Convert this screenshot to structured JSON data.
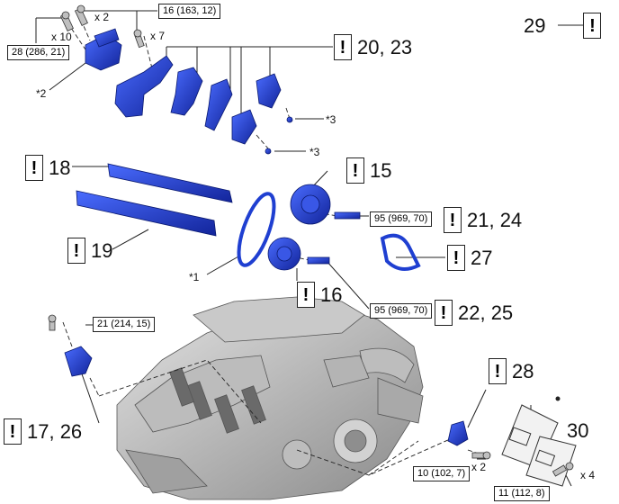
{
  "callouts": {
    "c29": "29",
    "c20_23": "20, 23",
    "c18": "18",
    "c15": "15",
    "c19": "19",
    "c21_24": "21, 24",
    "c27": "27",
    "c16": "16",
    "c22_25": "22, 25",
    "c28": "28",
    "c17_26": "17, 26",
    "c30": "30",
    "bang": "!"
  },
  "torques": {
    "t16": "16 (163, 12)",
    "t28": "28 (286, 21)",
    "t95a": "95 (969, 70)",
    "t95b": "95 (969, 70)",
    "t21": "21 (214, 15)",
    "t10": "10 (102, 7)",
    "t11": "11 (112, 8)"
  },
  "quantities": {
    "x2_top": "x 2",
    "x7": "x 7",
    "x10": "x 10",
    "x2_bottom": "x 2",
    "x4": "x 4"
  },
  "notes": {
    "n2": "*2",
    "n3a": "*3",
    "n3b": "*3",
    "n1": "*1"
  },
  "colors": {
    "part_blue": "#1f3fd1",
    "engine_gray": "#9a9a9a"
  }
}
